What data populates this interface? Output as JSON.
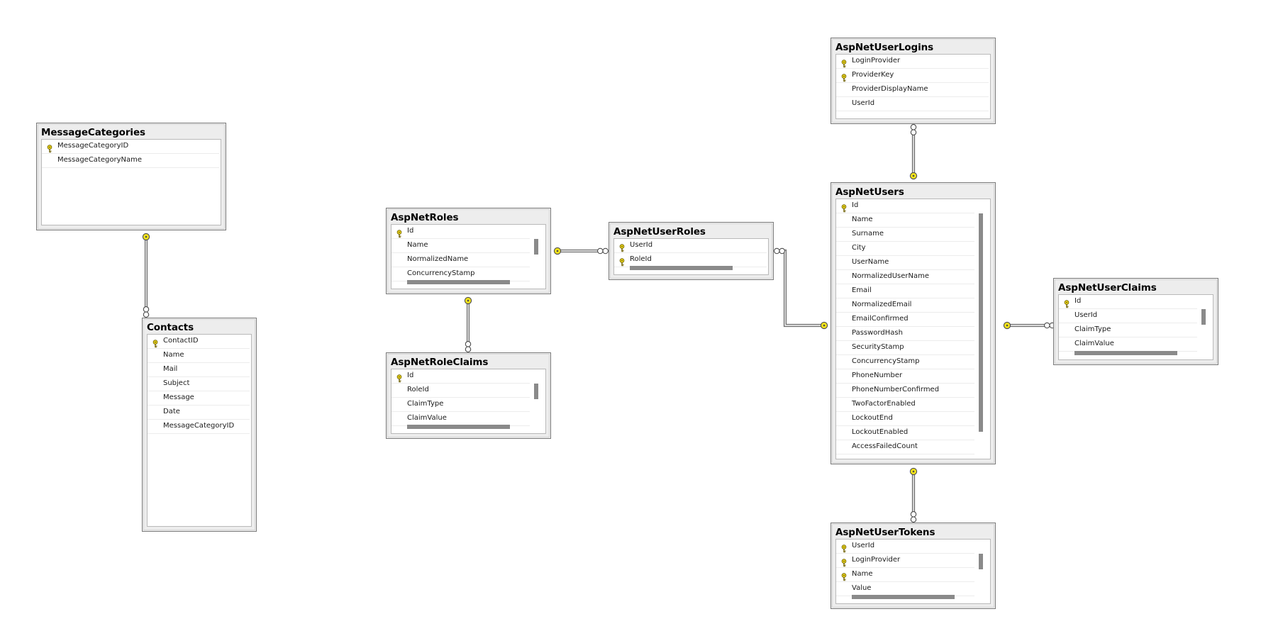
{
  "tables": {
    "messagecategories": {
      "title": "MessageCategories",
      "columns": [
        "MessageCategoryID",
        "MessageCategoryName"
      ],
      "pk": [
        0
      ]
    },
    "contacts": {
      "title": "Contacts",
      "columns": [
        "ContactID",
        "Name",
        "Mail",
        "Subject",
        "Message",
        "Date",
        "MessageCategoryID"
      ],
      "pk": [
        0
      ]
    },
    "aspnetroles": {
      "title": "AspNetRoles",
      "columns": [
        "Id",
        "Name",
        "NormalizedName",
        "ConcurrencyStamp"
      ],
      "pk": [
        0
      ]
    },
    "aspnetroleclaims": {
      "title": "AspNetRoleClaims",
      "columns": [
        "Id",
        "RoleId",
        "ClaimType",
        "ClaimValue"
      ],
      "pk": [
        0
      ]
    },
    "aspnetuserroles": {
      "title": "AspNetUserRoles",
      "columns": [
        "UserId",
        "RoleId"
      ],
      "pk": [
        0,
        1
      ]
    },
    "aspnetuserlogins": {
      "title": "AspNetUserLogins",
      "columns": [
        "LoginProvider",
        "ProviderKey",
        "ProviderDisplayName",
        "UserId"
      ],
      "pk": [
        0,
        1
      ]
    },
    "aspnetusers": {
      "title": "AspNetUsers",
      "columns": [
        "Id",
        "Name",
        "Surname",
        "City",
        "UserName",
        "NormalizedUserName",
        "Email",
        "NormalizedEmail",
        "EmailConfirmed",
        "PasswordHash",
        "SecurityStamp",
        "ConcurrencyStamp",
        "PhoneNumber",
        "PhoneNumberConfirmed",
        "TwoFactorEnabled",
        "LockoutEnd",
        "LockoutEnabled",
        "AccessFailedCount"
      ],
      "pk": [
        0
      ]
    },
    "aspnetuserclaims": {
      "title": "AspNetUserClaims",
      "columns": [
        "Id",
        "UserId",
        "ClaimType",
        "ClaimValue"
      ],
      "pk": [
        0
      ]
    },
    "aspnetusertokens": {
      "title": "AspNetUserTokens",
      "columns": [
        "UserId",
        "LoginProvider",
        "Name",
        "Value"
      ],
      "pk": [
        0,
        1,
        2
      ]
    }
  },
  "relationships": [
    {
      "from": "messagecategories",
      "to": "contacts"
    },
    {
      "from": "aspnetroles",
      "to": "aspnetroleclaims"
    },
    {
      "from": "aspnetroles",
      "to": "aspnetuserroles"
    },
    {
      "from": "aspnetusers",
      "to": "aspnetuserroles"
    },
    {
      "from": "aspnetusers",
      "to": "aspnetuserlogins"
    },
    {
      "from": "aspnetusers",
      "to": "aspnetuserclaims"
    },
    {
      "from": "aspnetusers",
      "to": "aspnetusertokens"
    }
  ],
  "colors": {
    "key": "#e8d21b",
    "endpoint": "#f2e31b",
    "line": "#6f6f6f",
    "panel": "#ededed"
  }
}
